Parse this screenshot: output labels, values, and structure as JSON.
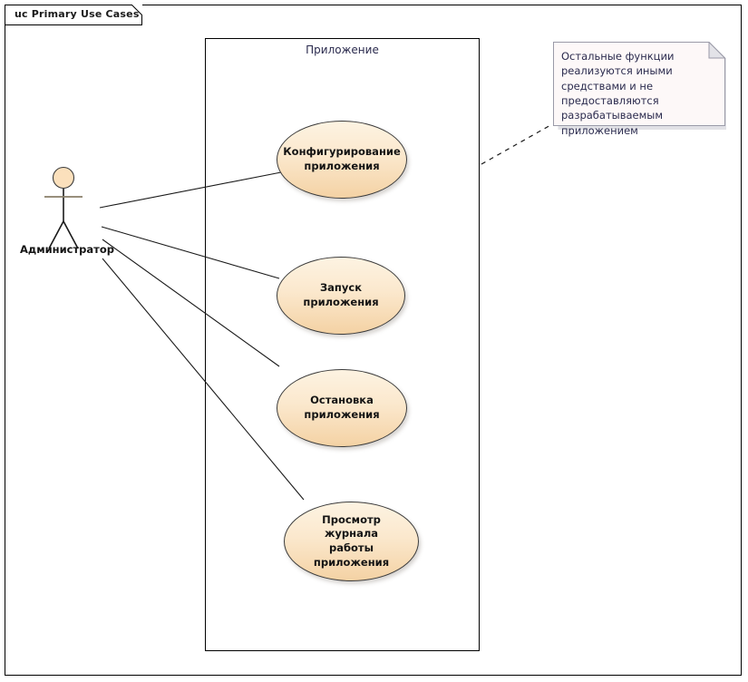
{
  "diagram": {
    "frame_label": "uc Primary Use Cases",
    "boundary_label": "Приложение",
    "type": "uml-use-case-diagram"
  },
  "actor": {
    "name": "Администратор",
    "icon": "stick-figure-actor-icon"
  },
  "use_cases": [
    {
      "id": "configure",
      "label": "Конфигурирование\nприложения"
    },
    {
      "id": "start",
      "label": "Запуск приложения"
    },
    {
      "id": "stop",
      "label": "Остановка\nприложения"
    },
    {
      "id": "view-log",
      "label": "Просмотр журнала\nработы приложения"
    }
  ],
  "note": {
    "text": "Остальные функции реализуются иными средствами и не предоставляются разрабатываемым приложением",
    "anchor": "dashed-link-to-boundary"
  },
  "colors": {
    "usecase_fill_top": "#fdf3e2",
    "usecase_fill_bottom": "#f4d2a4",
    "usecase_stroke": "#3b3b3b",
    "note_fill": "#fdf8f8",
    "note_stroke": "#9a9aa8",
    "note_fold": "#e3e3e8",
    "line": "#1a1a1a",
    "text": "#141414",
    "boundary_text": "#2b2b4e",
    "background": "#ffffff"
  }
}
